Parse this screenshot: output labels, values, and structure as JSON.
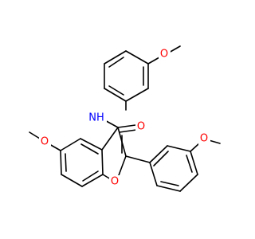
{
  "structure": {
    "atoms": {
      "o_meo_top": "O",
      "nh": "NH",
      "o_carbonyl": "O",
      "o_meo_left": "O",
      "o_furan": "O",
      "o_meo_right": "O"
    },
    "colors": {
      "bond": "#000000",
      "oxygen": "#ff0000",
      "nitrogen": "#0000ff",
      "background": "#ffffff"
    }
  }
}
